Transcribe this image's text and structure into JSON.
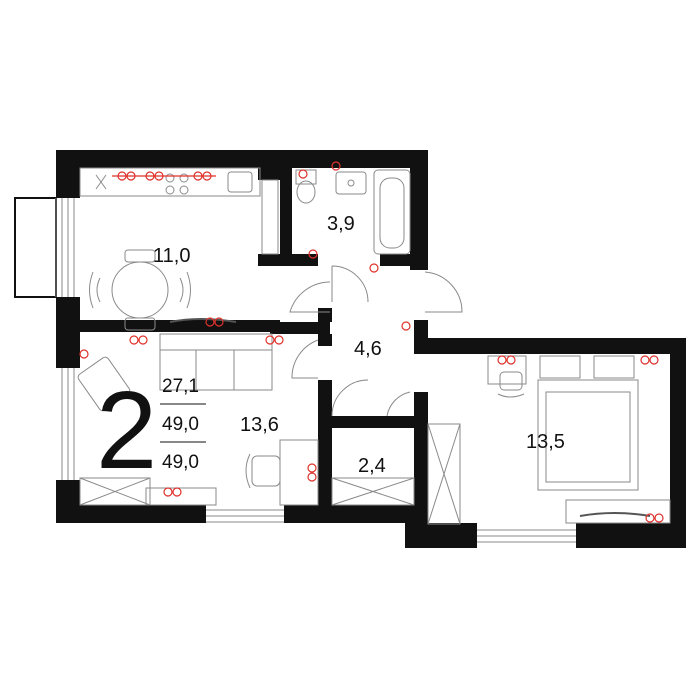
{
  "plan": {
    "rooms_count": "2",
    "summary": {
      "living_area": "27,1",
      "total_area": "49,0",
      "total_area_with_balcony": "49,0"
    },
    "rooms": [
      {
        "id": "kitchen",
        "area": "11,0"
      },
      {
        "id": "bathroom",
        "area": "3,9"
      },
      {
        "id": "hall",
        "area": "4,6"
      },
      {
        "id": "living-room",
        "area": "13,6"
      },
      {
        "id": "bedroom",
        "area": "13,5"
      },
      {
        "id": "storage",
        "area": "2,4"
      }
    ],
    "colors": {
      "wall": "#111111",
      "furniture": "#8a8a8a",
      "electrical": "#e0312b",
      "background": "#ffffff"
    }
  }
}
